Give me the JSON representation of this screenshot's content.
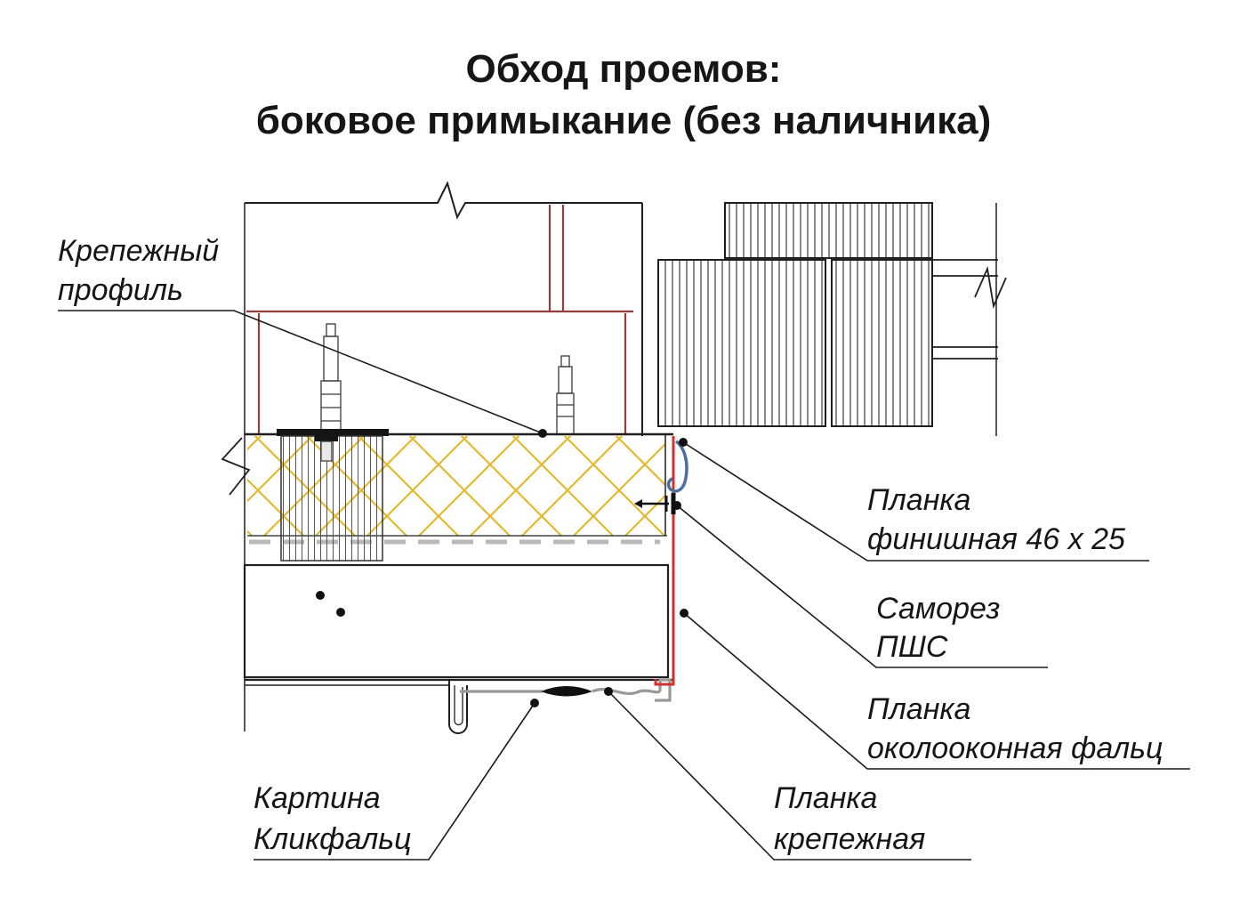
{
  "title": {
    "line1": "Обход проемов:",
    "line2": "боковое примыкание (без наличника)"
  },
  "labels": {
    "fastening_profile": {
      "line1": "Крепежный",
      "line2": "профиль"
    },
    "finish_strip": {
      "line1": "Планка",
      "line2": "финишная 46 х 25"
    },
    "screw": {
      "line1": "Саморез",
      "line2": "ПШС"
    },
    "window_flashing": {
      "line1": "Планка",
      "line2": "околооконная фальц"
    },
    "click_seam": {
      "line1": "Картина",
      "line2": "Кликфальц"
    },
    "fixing_strip": {
      "line1": "Планка",
      "line2": "крепежная"
    }
  },
  "colors": {
    "line": "#1f1f1f",
    "brick": "#943c3c",
    "insulation": "#e3b92f",
    "flashing_red": "#d32f2f",
    "clip_blue": "#4a6f9e",
    "profile_gray": "#999999",
    "dashed_gray": "#b8b8b8"
  }
}
